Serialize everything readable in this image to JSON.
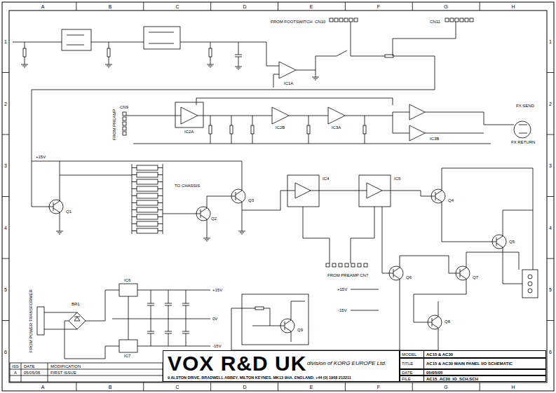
{
  "diagram": {
    "nodes": [
      {
        "text": [
          "VOX R&D UK",
          "division of KORG EUROPE Ltd.",
          "9 ALSTON DRIVE, BRADWELL ABBEY, MILTON KEYNES. MK13 9HA. ENGLAND. +44 (0) 1908 212211"
        ]
      },
      {
        "text": [
          "MODEL",
          "AC15 & AC30"
        ]
      },
      {
        "text": [
          "TITLE",
          "AC15 & AC30 MAIN PANEL I/O SCHEMATIC"
        ]
      },
      {
        "text": [
          "DATE",
          "05/05/05"
        ]
      },
      {
        "text": [
          "FILE",
          "AC15_AC30_IO_SCH.SCH"
        ]
      }
    ],
    "labels": [
      "A",
      "B",
      "C",
      "D",
      "E",
      "F",
      "G",
      "H",
      "A",
      "B",
      "C",
      "D",
      "E",
      "F",
      "G",
      "H",
      "1",
      "2",
      "3",
      "4",
      "5",
      "6",
      "1",
      "2",
      "3",
      "4",
      "5",
      "6",
      "FROM FOOTSWITCH",
      "CN10",
      "CN11",
      "IC1A",
      "FROM PREAMP",
      "CN9",
      "IC2A",
      "IC2B",
      "IC3A",
      "IC3B",
      "FX SEND",
      "FX RETURN",
      "+15V",
      "Q1",
      "TO CHASSIS",
      "Q2",
      "Q3",
      "IC4",
      "IC5",
      "FROM PREAMP CN7",
      "+15V",
      "-15V",
      "Q4",
      "Q5",
      "Q6",
      "Q7",
      "Q8",
      "FROM POWER TRANSFORMER",
      "BR1",
      "IC6",
      "IC7",
      "+15V",
      "0V",
      "-15V",
      "Q9",
      "ISS",
      "DATE",
      "MODIFICATION",
      "A",
      "05/05/05",
      "FIRST ISSUE"
    ]
  }
}
